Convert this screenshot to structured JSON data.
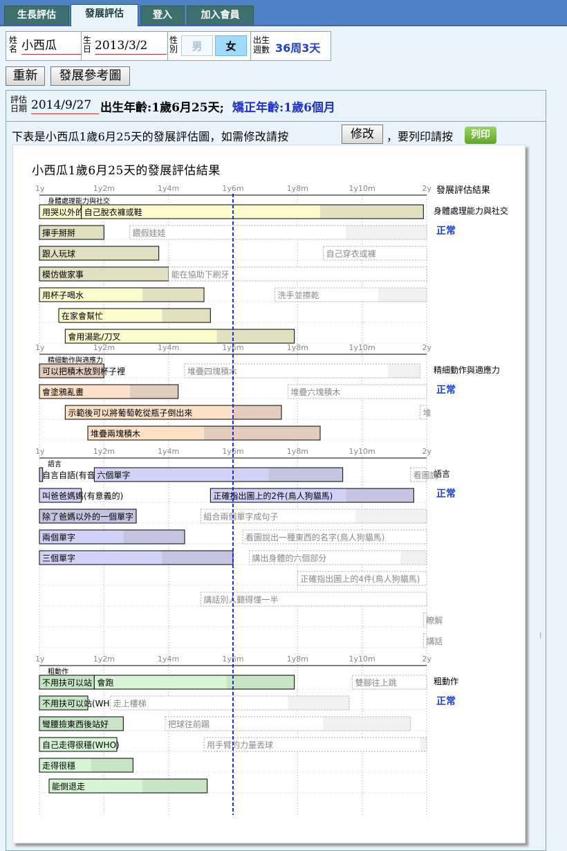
{
  "nav": {
    "tabs": [
      "生長評估",
      "發展評估",
      "登入",
      "加入會員"
    ],
    "active": 1
  },
  "profile": {
    "name_label": "姓名",
    "name": "小西瓜",
    "birthday_label": "生日",
    "birthday": "2013/3/2",
    "gender_label": "性別",
    "gender_options": [
      "男",
      "女"
    ],
    "gender_selected": "女",
    "weeks_label": "出生週數",
    "weeks_value": "36周3天"
  },
  "actions": {
    "reset": "重新",
    "reference_chart": "發展參考圖"
  },
  "evaluation": {
    "date_label": "評估日期",
    "date": "2014/9/27",
    "birth_age": "出生年齡:1歲6月25天;",
    "corrected_age": "矯正年齡:1歲6個月"
  },
  "instruction": {
    "text_before": "下表是小西瓜1歲6月25天的發展評估圖，如需修改請按",
    "edit_button": "修改",
    "text_middle": "，要列印請按",
    "print_button": "列印"
  },
  "chart_data": {
    "type": "gantt",
    "title": "小西瓜1歲6月25天的發展評估結果",
    "x_unit": "months",
    "xlim": [
      12,
      24
    ],
    "tick_values": [
      12,
      14,
      16,
      18,
      20,
      22,
      24
    ],
    "tick_labels": [
      "1y",
      "1y2m",
      "1y4m",
      "1y6m",
      "1y8m",
      "1y10m",
      "2y"
    ],
    "current_age_months": 18,
    "result_header": "發展評估結果",
    "colors": {
      "social": [
        "#fbfbcd",
        "#e1e1c1"
      ],
      "fine": [
        "#fde2c8",
        "#e4cdbd"
      ],
      "language": [
        "#d2d2f9",
        "#c5c5e1"
      ],
      "gross": [
        "#d5f5d5",
        "#c5e5c5"
      ]
    },
    "sections": [
      {
        "key": "social",
        "name": "身體處理能力與社交",
        "result": "正常",
        "items": [
          {
            "label": "用哭以外的",
            "start": 12,
            "mid": 13.3,
            "end": 13.3,
            "achieved": true
          },
          {
            "label": "自己脫衣褲或鞋",
            "start": 13.3,
            "mid": 20.7,
            "end": 23.9,
            "achieved": true
          },
          {
            "label": "揮手掰掰",
            "start": 12,
            "mid": 12,
            "end": 14,
            "achieved": true
          },
          {
            "label": "餵假娃娃",
            "start": 14.8,
            "mid": 21.5,
            "end": 24,
            "achieved": false
          },
          {
            "label": "跟人玩球",
            "start": 12,
            "mid": 12,
            "end": 15.7,
            "achieved": true
          },
          {
            "label": "自己穿衣或褲",
            "start": 20.8,
            "mid": 24,
            "end": 24,
            "achieved": false
          },
          {
            "label": "模仿做家事",
            "start": 12,
            "mid": 12,
            "end": 16,
            "achieved": true
          },
          {
            "label": "能在協助下刷牙",
            "start": 16,
            "mid": 24,
            "end": 24,
            "achieved": false
          },
          {
            "label": "用杯子喝水",
            "start": 12,
            "mid": 15.2,
            "end": 17.1,
            "achieved": true
          },
          {
            "label": "洗手並擦乾",
            "start": 19.3,
            "mid": 22.5,
            "end": 24,
            "achieved": false
          },
          {
            "label": "在家會幫忙",
            "start": 12.6,
            "mid": 15.8,
            "end": 17.3,
            "achieved": true
          },
          {
            "label": "會用湯匙/刀叉",
            "start": 12.8,
            "mid": 17.5,
            "end": 19.9,
            "achieved": true
          }
        ]
      },
      {
        "key": "fine",
        "name": "精細動作與適應力",
        "result": "正常",
        "items": [
          {
            "label": "可以把積木放到杯子裡",
            "start": 12,
            "mid": 12,
            "end": 14,
            "achieved": true
          },
          {
            "label": "堆疊四塊積木",
            "start": 16.5,
            "mid": 22.8,
            "end": 23.8,
            "achieved": false
          },
          {
            "label": "會塗鴉亂畫",
            "start": 12,
            "mid": 14.8,
            "end": 16.3,
            "achieved": true
          },
          {
            "label": "堆疊六塊積木",
            "start": 19.7,
            "mid": 24,
            "end": 24,
            "achieved": false
          },
          {
            "label": "示範後可以將葡萄乾從瓶子倒出來",
            "start": 12.8,
            "mid": 18,
            "end": 19.5,
            "achieved": true
          },
          {
            "label": "堆疊兩塊積木",
            "start": 13.5,
            "mid": 17.1,
            "end": 20.7,
            "achieved": true
          },
          {
            "label": "堆",
            "start": 23.8,
            "mid": 24,
            "end": 24,
            "achieved": false
          }
        ]
      },
      {
        "key": "language",
        "name": "語言",
        "result": "正常",
        "items": [
          {
            "label": "自言自語(有音",
            "start": 12,
            "mid": 12,
            "end": 12.1,
            "achieved": true
          },
          {
            "label": "六個單字",
            "start": 13.7,
            "mid": 19.1,
            "end": 21.4,
            "achieved": true
          },
          {
            "label": "看圖說",
            "start": 23.5,
            "mid": 24,
            "end": 24,
            "achieved": false
          },
          {
            "label": "叫爸爸媽媽(有意義的)",
            "start": 12,
            "mid": 13.3,
            "end": 13.3,
            "achieved": true
          },
          {
            "label": "正確指出圖上的2件(鳥人狗貓馬)",
            "start": 17.3,
            "mid": 21.5,
            "end": 23.6,
            "achieved": true
          },
          {
            "label": "除了爸媽以外的一個單字",
            "start": 12,
            "mid": 12,
            "end": 15,
            "achieved": true
          },
          {
            "label": "組合兩個單字成句子",
            "start": 17,
            "mid": 21.8,
            "end": 24,
            "achieved": false
          },
          {
            "label": "兩個單字",
            "start": 12,
            "mid": 14.6,
            "end": 16.5,
            "achieved": true
          },
          {
            "label": "看圖說出一種東西的名字(鳥人狗貓馬)",
            "start": 18.3,
            "mid": 24,
            "end": 24,
            "achieved": false
          },
          {
            "label": "三個單字",
            "start": 12,
            "mid": 15.8,
            "end": 18,
            "achieved": true
          },
          {
            "label": "講出身體的六個部分",
            "start": 18.5,
            "mid": 23.2,
            "end": 24,
            "achieved": false
          },
          {
            "label": "正確指出圖上的4件(鳥人狗貓馬)",
            "start": 20,
            "mid": 24,
            "end": 24,
            "achieved": false
          },
          {
            "label": "講話別人聽得懂一半",
            "start": 17,
            "mid": 24,
            "end": 24,
            "achieved": false
          },
          {
            "label": "瞭解",
            "start": 23.9,
            "mid": 24,
            "end": 24,
            "achieved": false
          },
          {
            "label": "講話",
            "start": 23.9,
            "mid": 24,
            "end": 24,
            "achieved": false
          }
        ]
      },
      {
        "key": "gross",
        "name": "粗動作",
        "result": "正常",
        "items": [
          {
            "label": "不用扶可以站",
            "start": 12,
            "mid": 12,
            "end": 13.7,
            "achieved": true
          },
          {
            "label": "會跑",
            "start": 13.7,
            "mid": 17.8,
            "end": 19.9,
            "achieved": true
          },
          {
            "label": "雙腳往上跳",
            "start": 21.7,
            "mid": 24,
            "end": 24,
            "achieved": false
          },
          {
            "label": "不用扶可以站(WH",
            "start": 12,
            "mid": 12,
            "end": 13.5,
            "achieved": true
          },
          {
            "label": "走上樓梯",
            "start": 14.2,
            "mid": 19.7,
            "end": 21.6,
            "achieved": false
          },
          {
            "label": "彎腰撿東西後站好",
            "start": 12,
            "mid": 12,
            "end": 14.6,
            "achieved": true
          },
          {
            "label": "把球往前踢",
            "start": 15.9,
            "mid": 20.8,
            "end": 23.5,
            "achieved": false
          },
          {
            "label": "自己走得很穩(WHO)",
            "start": 12,
            "mid": 14.4,
            "end": 14.4,
            "achieved": true
          },
          {
            "label": "用手臂的力量丟球",
            "start": 17.1,
            "mid": 23.8,
            "end": 24,
            "achieved": false
          },
          {
            "label": "走得很穩",
            "start": 12,
            "mid": 13.6,
            "end": 14.9,
            "achieved": true
          },
          {
            "label": "能倒退走",
            "start": 12.3,
            "mid": 15.2,
            "end": 17.2,
            "achieved": true
          }
        ]
      }
    ]
  }
}
